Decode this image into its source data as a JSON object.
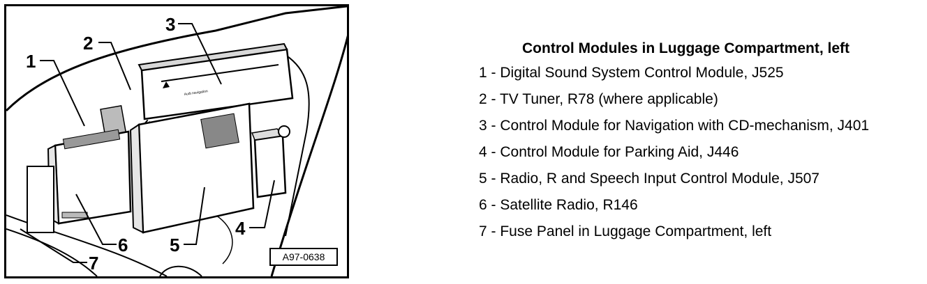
{
  "figure": {
    "id": "A97-0638",
    "callouts": [
      "1",
      "2",
      "3",
      "4",
      "5",
      "6",
      "7"
    ],
    "device_marking": "Audi navigation"
  },
  "legend": {
    "title": "Control Modules in Luggage Compartment, left",
    "items": [
      {
        "num": "1",
        "sep": " - ",
        "text": "Digital Sound System Control Module, J525"
      },
      {
        "num": "2",
        "sep": " - ",
        "text": "TV Tuner, R78 (where applicable)"
      },
      {
        "num": "3",
        "sep": " - ",
        "text": "Control Module for Navigation with CD-mechanism, J401"
      },
      {
        "num": "4",
        "sep": " - ",
        "text": "Control Module for Parking Aid, J446"
      },
      {
        "num": "5",
        "sep": " - ",
        "text": "Radio, R and Speech Input Control Module, J507"
      },
      {
        "num": "6",
        "sep": " - ",
        "text": "Satellite Radio, R146"
      },
      {
        "num": "7",
        "sep": " - ",
        "text": "Fuse Panel in Luggage Compartment, left"
      }
    ]
  }
}
